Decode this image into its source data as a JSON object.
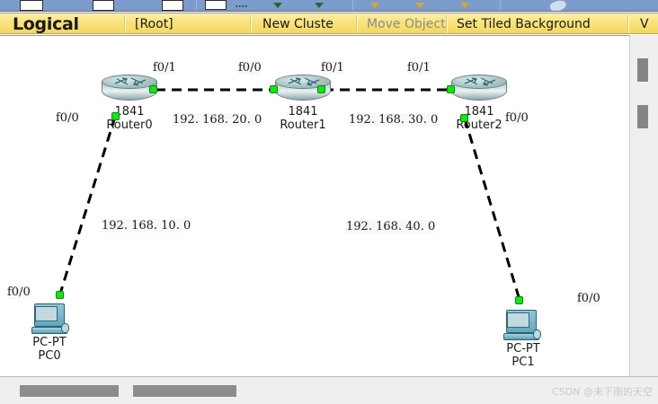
{
  "app": {
    "workspace_view": "Logical",
    "cluster_path": "[Root]"
  },
  "toolbar": {
    "viewbar_items": [
      {
        "label": "Logical",
        "name": "view-mode-logical",
        "state": "active"
      },
      {
        "label": "[Root]",
        "name": "cluster-root",
        "state": "normal"
      },
      {
        "label": "New Cluste",
        "name": "new-cluster-button",
        "state": "normal"
      },
      {
        "label": "Move Object",
        "name": "move-object-button",
        "state": "disabled"
      },
      {
        "label": "Set Tiled Background",
        "name": "set-tiled-background-button",
        "state": "normal"
      },
      {
        "label": "V",
        "name": "viewport-button",
        "state": "normal"
      }
    ]
  },
  "topology": {
    "devices": [
      {
        "id": "router0",
        "type": "router",
        "model": "1841",
        "name": "Router0"
      },
      {
        "id": "router1",
        "type": "router",
        "model": "1841",
        "name": "Router1"
      },
      {
        "id": "router2",
        "type": "router",
        "model": "1841",
        "name": "Router2"
      },
      {
        "id": "pc0",
        "type": "pc",
        "model": "PC-PT",
        "name": "PC0"
      },
      {
        "id": "pc1",
        "type": "pc",
        "model": "PC-PT",
        "name": "PC1"
      }
    ],
    "interface_labels": [
      {
        "id": "r0-f01",
        "text": "f0/1",
        "device": "router0"
      },
      {
        "id": "r1-f00",
        "text": "f0/0",
        "device": "router1"
      },
      {
        "id": "r1-f01",
        "text": "f0/1",
        "device": "router1"
      },
      {
        "id": "r2-f01",
        "text": "f0/1",
        "device": "router2"
      },
      {
        "id": "r0-f00",
        "text": "f0/0",
        "device": "router0"
      },
      {
        "id": "r2-f00",
        "text": "f0/0",
        "device": "router2"
      },
      {
        "id": "pc0-f00",
        "text": "f0/0",
        "device": "pc0"
      },
      {
        "id": "pc1-f00",
        "text": "f0/0",
        "device": "pc1"
      }
    ],
    "network_labels": [
      {
        "id": "net10",
        "text": "192. 168. 10. 0"
      },
      {
        "id": "net20",
        "text": "192. 168. 20. 0"
      },
      {
        "id": "net30",
        "text": "192. 168. 30. 0"
      },
      {
        "id": "net40",
        "text": "192. 168. 40. 0"
      }
    ],
    "link_status_color": "#12e512"
  },
  "statusbar": {
    "watermark": "CSDN @未下雨的天空"
  },
  "colors": {
    "viewbar": "#f9e37d",
    "toolbar": "#7b9ccd",
    "canvas": "#ffffff",
    "link_up": "#12e512",
    "device_body": "#aac3c5"
  }
}
